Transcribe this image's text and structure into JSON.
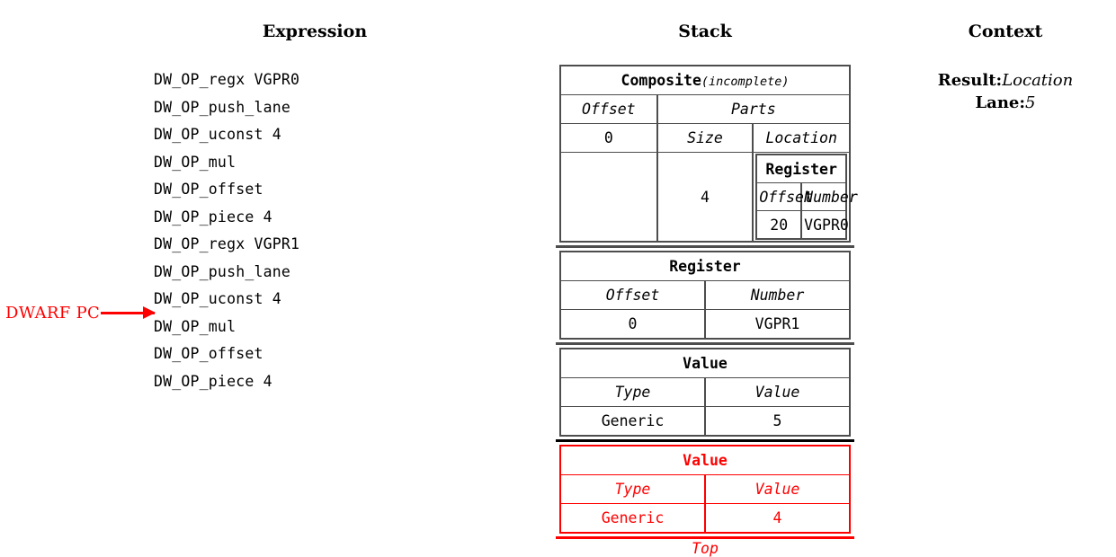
{
  "headers": {
    "expression": "Expression",
    "stack": "Stack",
    "context": "Context"
  },
  "marker": {
    "label": "DWARF PC",
    "points_to_line_index": 9
  },
  "expression": {
    "lines": [
      "DW_OP_regx VGPR0",
      "DW_OP_push_lane",
      "DW_OP_uconst 4",
      "DW_OP_mul",
      "DW_OP_offset",
      "DW_OP_piece 4",
      "DW_OP_regx VGPR1",
      "DW_OP_push_lane",
      "DW_OP_uconst 4",
      "DW_OP_mul",
      "DW_OP_offset",
      "DW_OP_piece 4"
    ]
  },
  "stack": {
    "top_label": "Top",
    "entries": [
      {
        "kind": "composite",
        "title": "Composite",
        "title_suffix": "(incomplete)",
        "offset_header": "Offset",
        "offset_value": "0",
        "parts_header": "Parts",
        "size_header": "Size",
        "location_header": "Location",
        "part": {
          "size": "4",
          "location": {
            "title": "Register",
            "offset_header": "Offset",
            "number_header": "Number",
            "offset_value": "20",
            "number_value": "VGPR0"
          }
        }
      },
      {
        "kind": "register",
        "title": "Register",
        "col1_header": "Offset",
        "col2_header": "Number",
        "col1_value": "0",
        "col2_value": "VGPR1"
      },
      {
        "kind": "value",
        "title": "Value",
        "col1_header": "Type",
        "col2_header": "Value",
        "col1_value": "Generic",
        "col2_value": "5"
      },
      {
        "kind": "value",
        "title": "Value",
        "col1_header": "Type",
        "col2_header": "Value",
        "col1_value": "Generic",
        "col2_value": "4",
        "highlighted": true
      }
    ]
  },
  "context": {
    "result_key": "Result:",
    "result_value": "Location",
    "lane_key": "Lane:",
    "lane_value": "5"
  },
  "colors": {
    "highlight": "#ff0000",
    "border": "#4d4d4d",
    "text": "#000000"
  }
}
